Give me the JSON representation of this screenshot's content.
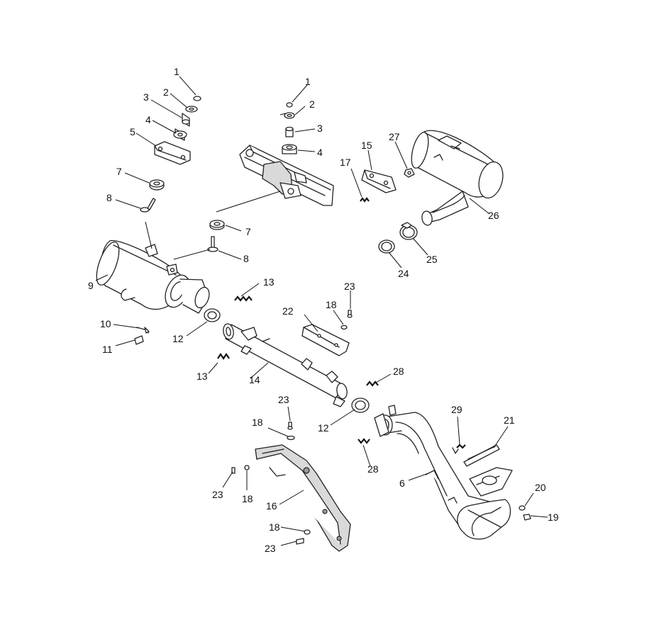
{
  "diagram": {
    "labels": {
      "c1a": "1",
      "c1b": "1",
      "c2a": "2",
      "c2b": "2",
      "c3a": "3",
      "c3b": "3",
      "c4a": "4",
      "c4b": "4",
      "c5": "5",
      "c6": "6",
      "c7a": "7",
      "c7b": "7",
      "c8a": "8",
      "c8b": "8",
      "c9": "9",
      "c10": "10",
      "c11": "11",
      "c12a": "12",
      "c12b": "12",
      "c13a": "13",
      "c13b": "13",
      "c14": "14",
      "c15": "15",
      "c16": "16",
      "c17": "17",
      "c18a": "18",
      "c18b": "18",
      "c18c": "18",
      "c18d": "18",
      "c19": "19",
      "c20": "20",
      "c21": "21",
      "c22": "22",
      "c23a": "23",
      "c23b": "23",
      "c23c": "23",
      "c23d": "23",
      "c24": "24",
      "c25": "25",
      "c26": "26",
      "c27": "27",
      "c28a": "28",
      "c28b": "28",
      "c29": "29"
    }
  }
}
